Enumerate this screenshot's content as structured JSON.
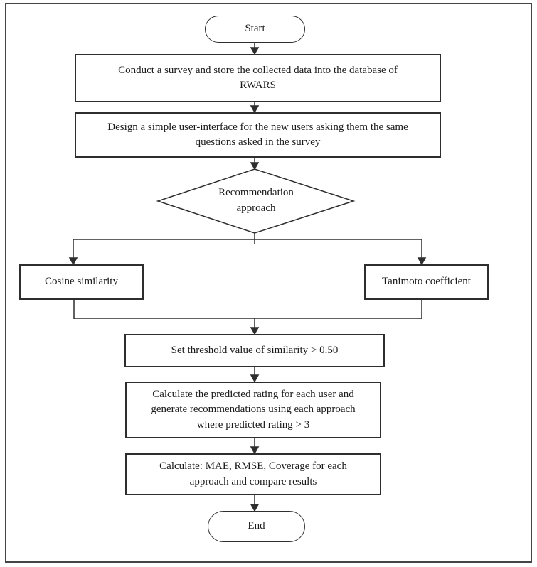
{
  "figure": {
    "type": "flowchart",
    "nodes": {
      "start": {
        "shape": "terminator",
        "label": "Start"
      },
      "survey": {
        "shape": "process",
        "lines": [
          "Conduct a survey and store the collected data into the database of",
          "RWARS"
        ]
      },
      "ui": {
        "shape": "process",
        "lines": [
          "Design a simple user-interface for the new users asking them the same",
          "questions asked in the survey"
        ]
      },
      "decision": {
        "shape": "decision",
        "lines": [
          "Recommendation",
          "approach"
        ]
      },
      "cosine": {
        "shape": "process",
        "label": "Cosine similarity"
      },
      "tanimoto": {
        "shape": "process",
        "label": "Tanimoto coefficient"
      },
      "threshold": {
        "shape": "process",
        "label": "Set threshold value of similarity > 0.50"
      },
      "predict": {
        "shape": "process",
        "lines": [
          "Calculate the predicted rating for each user and",
          "generate recommendations using each approach",
          "where predicted rating > 3"
        ]
      },
      "evaluate": {
        "shape": "process",
        "lines": [
          "Calculate: MAE, RMSE, Coverage for each",
          "approach and compare results"
        ]
      },
      "end": {
        "shape": "terminator",
        "label": "End"
      }
    },
    "edges": [
      {
        "from": "start",
        "to": "survey"
      },
      {
        "from": "survey",
        "to": "ui"
      },
      {
        "from": "ui",
        "to": "decision"
      },
      {
        "from": "decision",
        "to": "cosine"
      },
      {
        "from": "decision",
        "to": "tanimoto"
      },
      {
        "from": "cosine",
        "to": "threshold"
      },
      {
        "from": "tanimoto",
        "to": "threshold"
      },
      {
        "from": "threshold",
        "to": "predict"
      },
      {
        "from": "predict",
        "to": "evaluate"
      },
      {
        "from": "evaluate",
        "to": "end"
      }
    ],
    "colors": {
      "line": "#2e2e2e",
      "text": "#1b1b1b",
      "node_fill": "#ffffff",
      "frame_border": "#454545",
      "background": "#ffffff"
    }
  }
}
